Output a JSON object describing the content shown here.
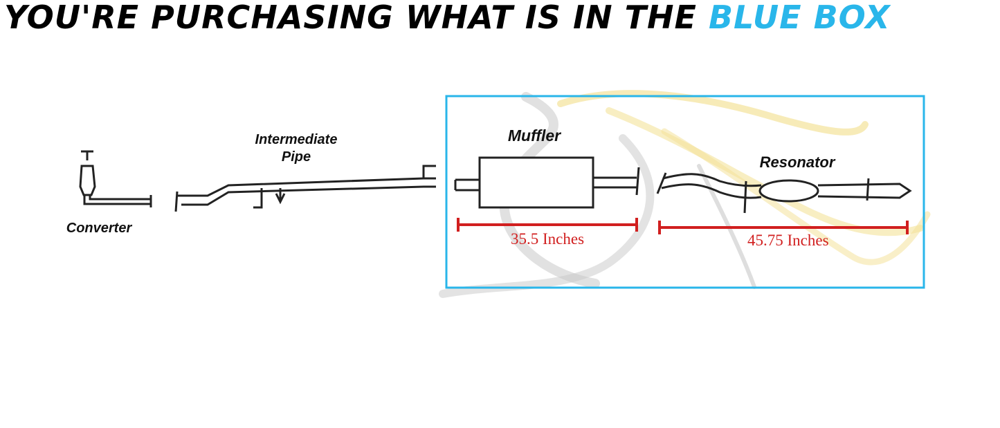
{
  "header": {
    "text": "YOU'RE PURCHASING WHAT IS IN THE",
    "highlight": "BLUE BOX",
    "accent_color": "#29b6ea"
  },
  "parts": {
    "converter": "Converter",
    "intermediate_pipe_line1": "Intermediate",
    "intermediate_pipe_line2": "Pipe",
    "muffler": "Muffler",
    "resonator": "Resonator"
  },
  "measurements": {
    "muffler_length": "35.5 Inches",
    "resonator_length": "45.75 Inches",
    "color": "#d11f1f"
  },
  "watermark": {
    "icon": "horse-head-logo-icon"
  }
}
